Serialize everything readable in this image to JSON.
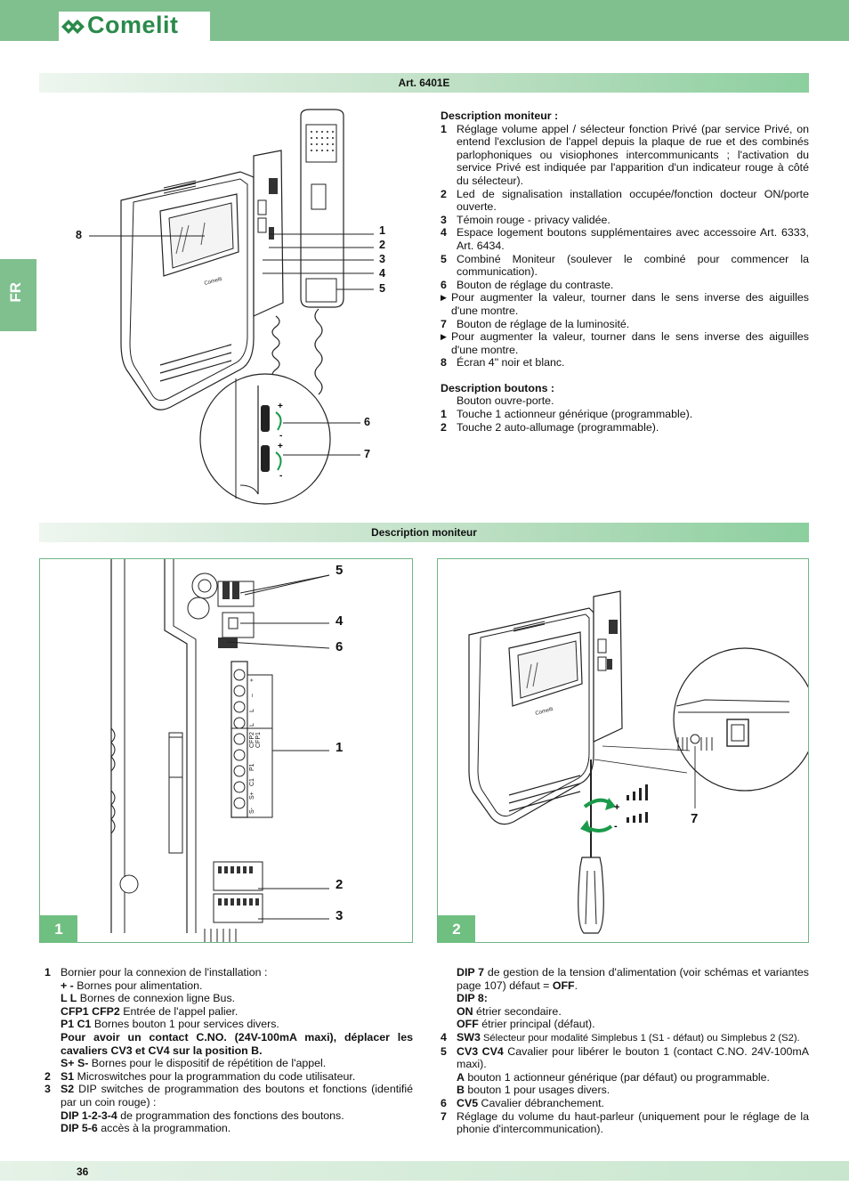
{
  "header": {
    "brand": "Comelit",
    "brand_color": "#7fc08e",
    "side_tab": "FR"
  },
  "section1": {
    "title": "Art. 6401E",
    "callouts": [
      "1",
      "2",
      "3",
      "4",
      "5",
      "6",
      "7",
      "8"
    ],
    "device_brand": "Comelit",
    "description_heading": "Description moniteur :",
    "items": [
      {
        "n": "1",
        "t": "Réglage volume appel / sélecteur fonction Privé (par service Privé, on entend l'exclusion de l'appel depuis la plaque de rue et des combinés parlophoniques ou visiophones intercommunicants ; l'activation du service Privé est indiquée par l'apparition d'un indicateur rouge à côté du sélecteur)."
      },
      {
        "n": "2",
        "t": "Led de signalisation installation occupée/fonction docteur ON/porte ouverte."
      },
      {
        "n": "3",
        "t": "Témoin rouge - privacy validée."
      },
      {
        "n": "4",
        "t": "Espace logement boutons supplémentaires avec accessoire Art. 6333, Art. 6434."
      },
      {
        "n": "5",
        "t": "Combiné Moniteur (soulever le combiné pour commencer la communication)."
      },
      {
        "n": "6",
        "t": "Bouton de réglage du contraste."
      }
    ],
    "arrow_note_1": "Pour augmenter la valeur, tourner dans le sens inverse des aiguilles d'une montre.",
    "item7": {
      "n": "7",
      "t": "Bouton de réglage de la luminosité."
    },
    "arrow_note_2": "Pour augmenter la valeur, tourner dans le sens inverse des aiguilles d'une montre.",
    "item8": {
      "n": "8",
      "t": "Écran 4\" noir et blanc."
    },
    "buttons_heading": "Description boutons :",
    "buttons_intro": "Bouton ouvre-porte.",
    "buttons": [
      {
        "n": "1",
        "t": "Touche 1 actionneur générique (programmable)."
      },
      {
        "n": "2",
        "t": "Touche 2 auto-allumage (programmable)."
      }
    ]
  },
  "section2": {
    "title": "Description moniteur",
    "fig1": {
      "badge": "1",
      "callouts": [
        "5",
        "4",
        "6",
        "1",
        "2",
        "3"
      ],
      "terminal_labels": [
        "+",
        "–",
        "L",
        "L",
        "CFP2",
        "CFP1",
        "P1",
        "C1",
        "S+",
        "S-"
      ]
    },
    "fig2": {
      "badge": "2",
      "callouts": [
        "7"
      ]
    }
  },
  "notes_left": [
    {
      "n": "1",
      "t": "Bornier pour la connexion de l'installation :"
    },
    {
      "b": "+ -",
      "t": " Bornes pour alimentation."
    },
    {
      "b": "L L",
      "t": " Bornes de connexion ligne Bus."
    },
    {
      "b": "CFP1 CFP2",
      "t": " Entrée de l'appel palier."
    },
    {
      "b": "P1 C1",
      "t": " Bornes bouton 1 pour services divers."
    },
    {
      "b": "Pour avoir un contact C.NO. (24V-100mA maxi), déplacer les cavaliers CV3 et CV4 sur la position B.",
      "t": ""
    },
    {
      "b": "S+ S-",
      "t": " Bornes pour le dispositif de répétition de l'appel."
    },
    {
      "n": "2",
      "b": "S1",
      "t": " Microswitches pour la programmation du code utilisateur."
    },
    {
      "n": "3",
      "b": "S2",
      "t": " DIP switches de programmation des boutons et fonctions (identifié par un coin rouge) :"
    },
    {
      "b": "DIP 1-2-3-4",
      "t": " de programmation des fonctions des boutons."
    },
    {
      "b": "DIP 5-6",
      "t": "  accès à la programmation."
    }
  ],
  "notes_right": [
    {
      "b": "DIP 7",
      "t": " de gestion de la tension d'alimentation (voir schémas et variantes page 107) défaut = ",
      "b2": "OFF",
      "t2": "."
    },
    {
      "b": "DIP 8:",
      "t": ""
    },
    {
      "b": "ON",
      "t": " étrier secondaire."
    },
    {
      "b": "OFF",
      "t": " étrier principal (défaut)."
    },
    {
      "n": "4",
      "b": "SW3",
      "t": " Sélecteur pour modalité Simplebus 1 (S1 - défaut) ou Simplebus 2 (S2)."
    },
    {
      "n": "5",
      "b": "CV3 CV4",
      "t": " Cavalier pour libérer le bouton 1 (contact C.NO. 24V-100mA maxi)."
    },
    {
      "b": "A",
      "t": " bouton 1 actionneur générique (par défaut) ou programmable."
    },
    {
      "b": "B",
      "t": " bouton 1 pour usages divers."
    },
    {
      "n": "6",
      "b": "CV5",
      "t": " Cavalier débranchement."
    },
    {
      "n": "7",
      "t": "Réglage du volume du haut-parleur (uniquement pour le réglage de la phonie d'intercommunication)."
    }
  ],
  "footer": {
    "page": "36"
  }
}
